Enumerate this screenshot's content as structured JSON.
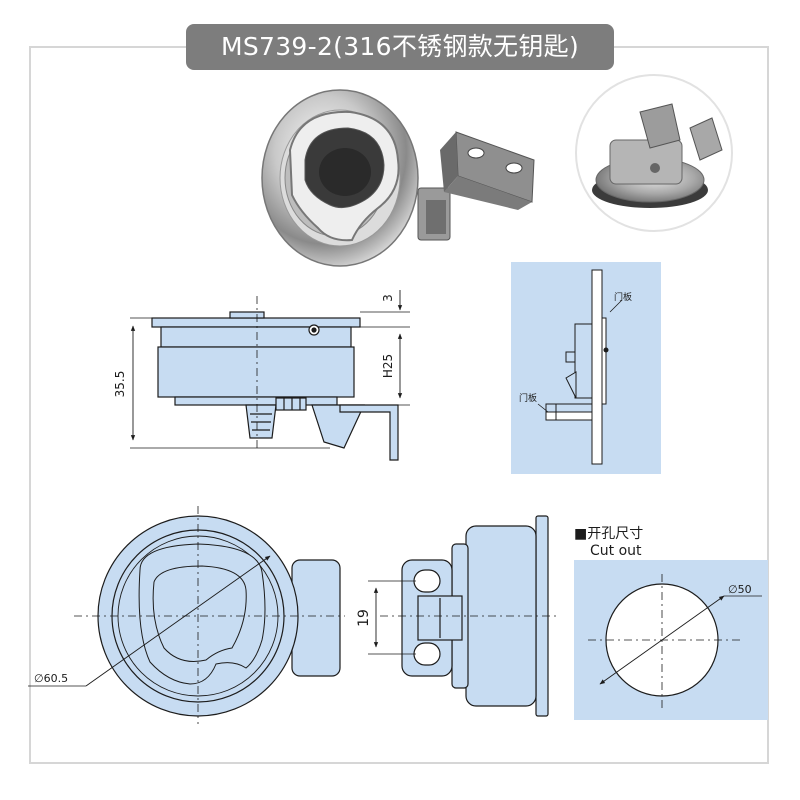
{
  "title": "MS739-2(316不锈钢款无钥匙)",
  "colors": {
    "drawing_fill": "#c7dcf2",
    "line": "#1c1c1c",
    "title_bg": "#7d7d7d",
    "frame": "#d6d6d6"
  },
  "side_view": {
    "dim_height_overall": "35.5",
    "dim_flange": "3",
    "dim_body_height": "H25"
  },
  "install_view": {
    "label_door_top": "门板",
    "label_door_bottom": "门板"
  },
  "front_view": {
    "dim_diameter": "∅60.5"
  },
  "back_view": {
    "dim_slot_spacing": "19"
  },
  "cutout": {
    "title_cn": "■开孔尺寸",
    "title_en": "Cut out",
    "dim_diameter": "∅50"
  },
  "photos": {
    "product_icon": "flush-ring-latch-photo",
    "detail_icon": "latch-mechanism-photo"
  }
}
